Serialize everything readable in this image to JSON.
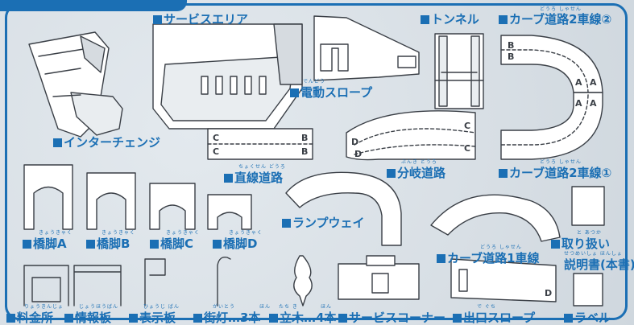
{
  "labels": {
    "service_area": "サービスエリア",
    "tunnel": "トンネル",
    "curve2_2": "カーブ道路2車線②",
    "dendou_slope": "電動スロープ",
    "interchange": "インターチェンジ",
    "straight": "直線道路",
    "branch": "分岐道路",
    "curve2_1": "カーブ道路2車線①",
    "pier_a": "橋脚A",
    "pier_b": "橋脚B",
    "pier_c": "橋脚C",
    "pier_d": "橋脚D",
    "ramp_way": "ランプウェイ",
    "curve1": "カーブ道路1車線",
    "manual1": "取り扱い",
    "manual2": "説明書(本書)",
    "toll": "料金所",
    "info_board": "情報板",
    "sign_board": "表示板",
    "street_light": "街灯…3本",
    "tree": "立木…4本",
    "service_corner": "サービスコーナー",
    "exit_slope": "出口スロープ",
    "label_sticker": "ラベル"
  },
  "ruby": {
    "dendou": "でんどう",
    "douro_shasen_2": "どうろ しゃせん",
    "chokusen_douro": "ちょくせん どうろ",
    "bunki_douro": "ぶんき どうろ",
    "douro_shasen_1": "どうろ しゃせん",
    "douro_shasen_1b": "どうろ しゃせん",
    "kyoukyaku": "きょうきゃく",
    "toriatsukai": "と  あつか",
    "setsumeisho": "せつめいしょ ほんしょ",
    "ryoukinjo": "りょうきんじょ",
    "jouhouban": "じょうほうばん",
    "hyoujiban": "ひょうじ ばん",
    "gaitou": "がいとう",
    "hon": "ほん",
    "tachiki": "たち き",
    "deguchi": "で ぐち"
  },
  "track_letters": {
    "a": "A",
    "b": "B",
    "c": "C",
    "d": "D"
  },
  "colors": {
    "accent": "#1b6fb4",
    "line": "#3a3f46",
    "fill": "#ffffff",
    "shade": "#c9ced3"
  }
}
